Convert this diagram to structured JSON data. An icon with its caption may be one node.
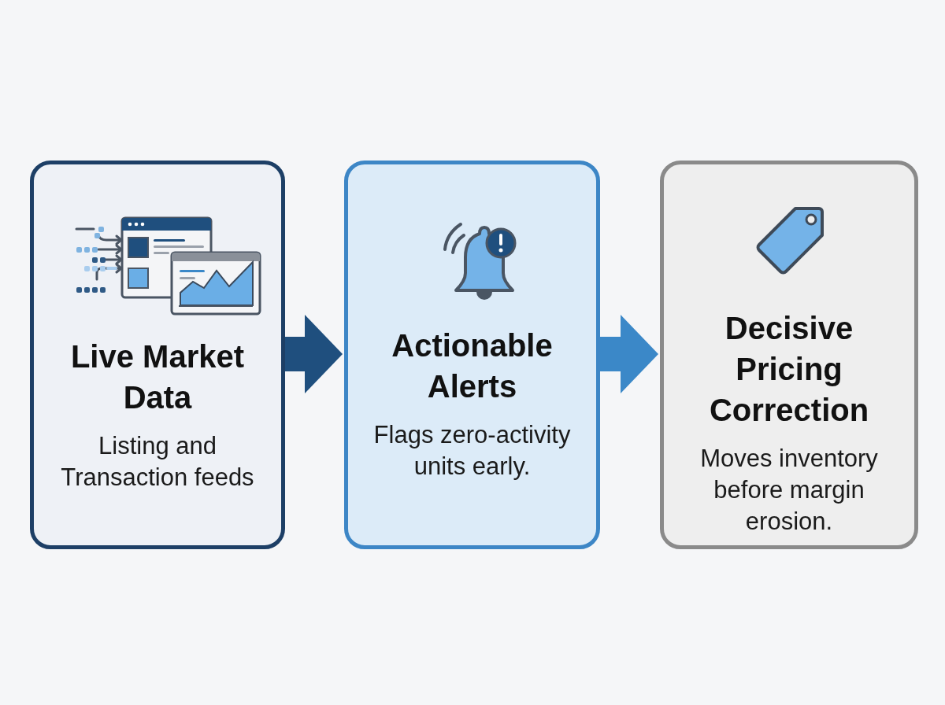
{
  "diagram": {
    "nodes": [
      {
        "text": [
          "Live Market Data",
          "Listing and Transaction feeds"
        ]
      },
      {
        "text": [
          "Actionable Alerts",
          "Flags zero-activity units early."
        ]
      },
      {
        "text": [
          "Decisive Pricing Correction",
          "Moves inventory before margin erosion."
        ]
      }
    ],
    "edges": [
      {
        "from": 0,
        "to": 1,
        "arrow": "to",
        "color": "#1f4f7e"
      },
      {
        "from": 1,
        "to": 2,
        "arrow": "to",
        "color": "#3b88c8"
      }
    ]
  }
}
